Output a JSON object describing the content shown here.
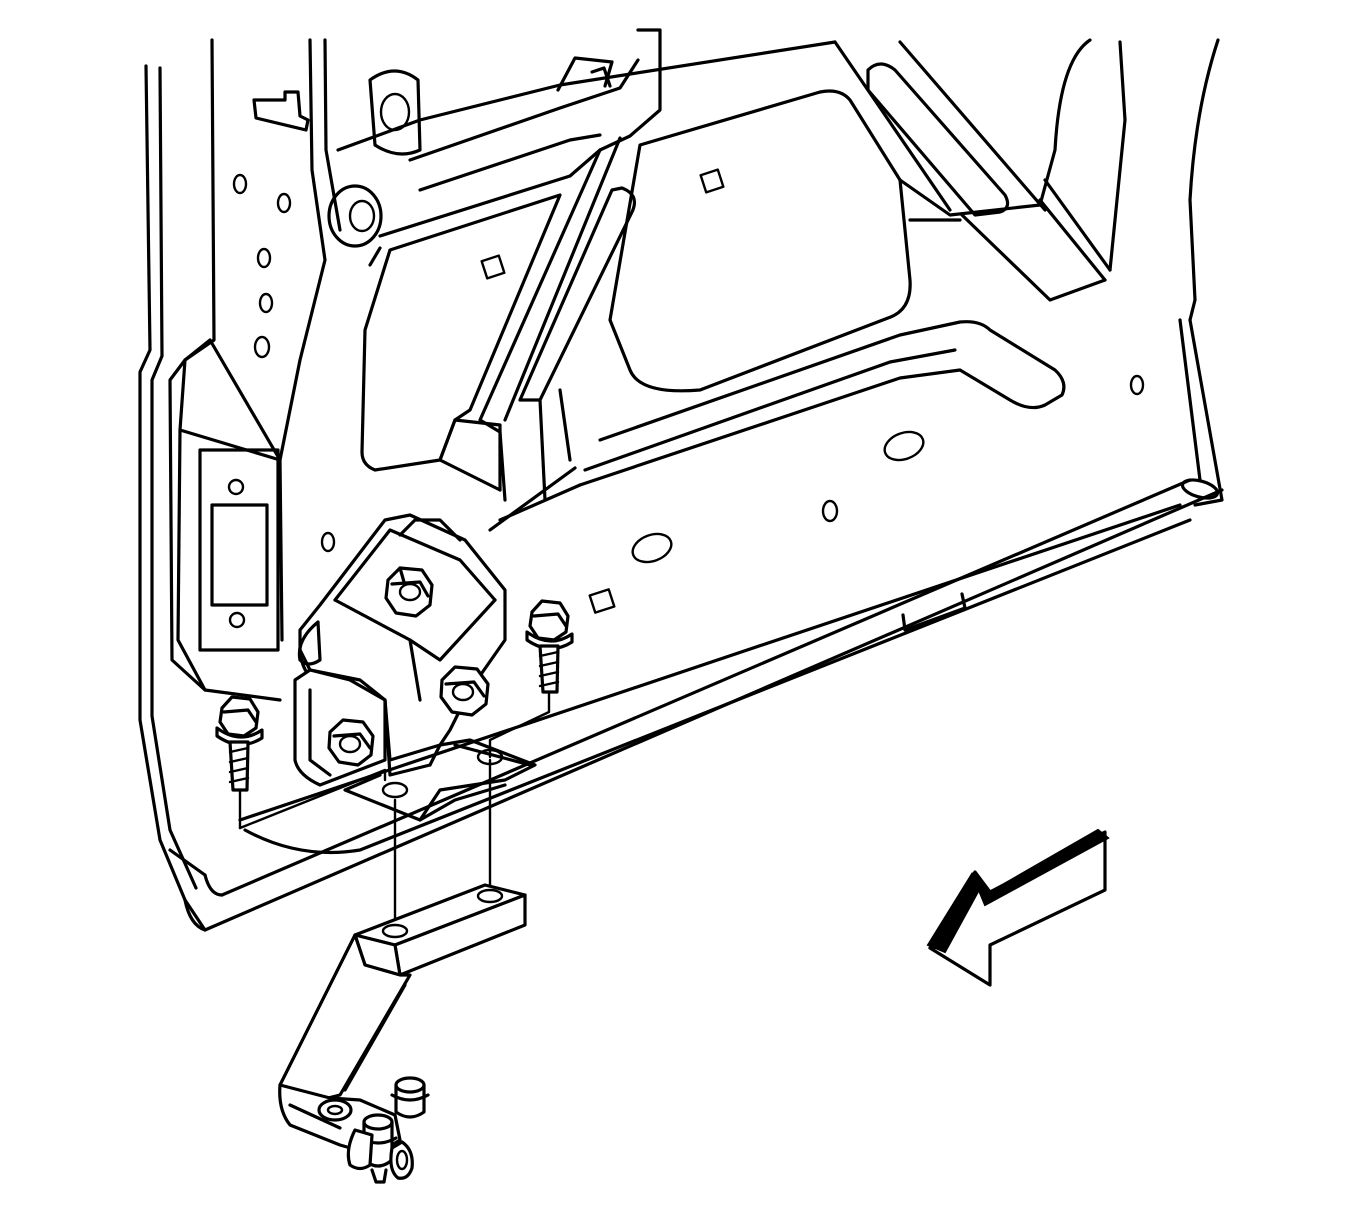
{
  "diagram": {
    "subject": "door-lower-hinge-roller-bracket-installation",
    "colors": {
      "line": "#000000",
      "background": "#ffffff"
    },
    "parts": [
      {
        "id": "door-panel",
        "icon": "door-inner-panel-outline"
      },
      {
        "id": "hinge-bracket",
        "icon": "hinge-bracket"
      },
      {
        "id": "hinge-nut-upper",
        "icon": "hex-nut-icon"
      },
      {
        "id": "hinge-nut-right",
        "icon": "hex-nut-icon"
      },
      {
        "id": "hinge-nut-left",
        "icon": "hex-nut-icon"
      },
      {
        "id": "bolt-left",
        "icon": "flange-bolt-icon"
      },
      {
        "id": "bolt-right",
        "icon": "flange-bolt-icon"
      },
      {
        "id": "roller-arm",
        "icon": "roller-arm-assembly"
      },
      {
        "id": "direction-arrow",
        "icon": "direction-arrow-icon"
      }
    ]
  }
}
